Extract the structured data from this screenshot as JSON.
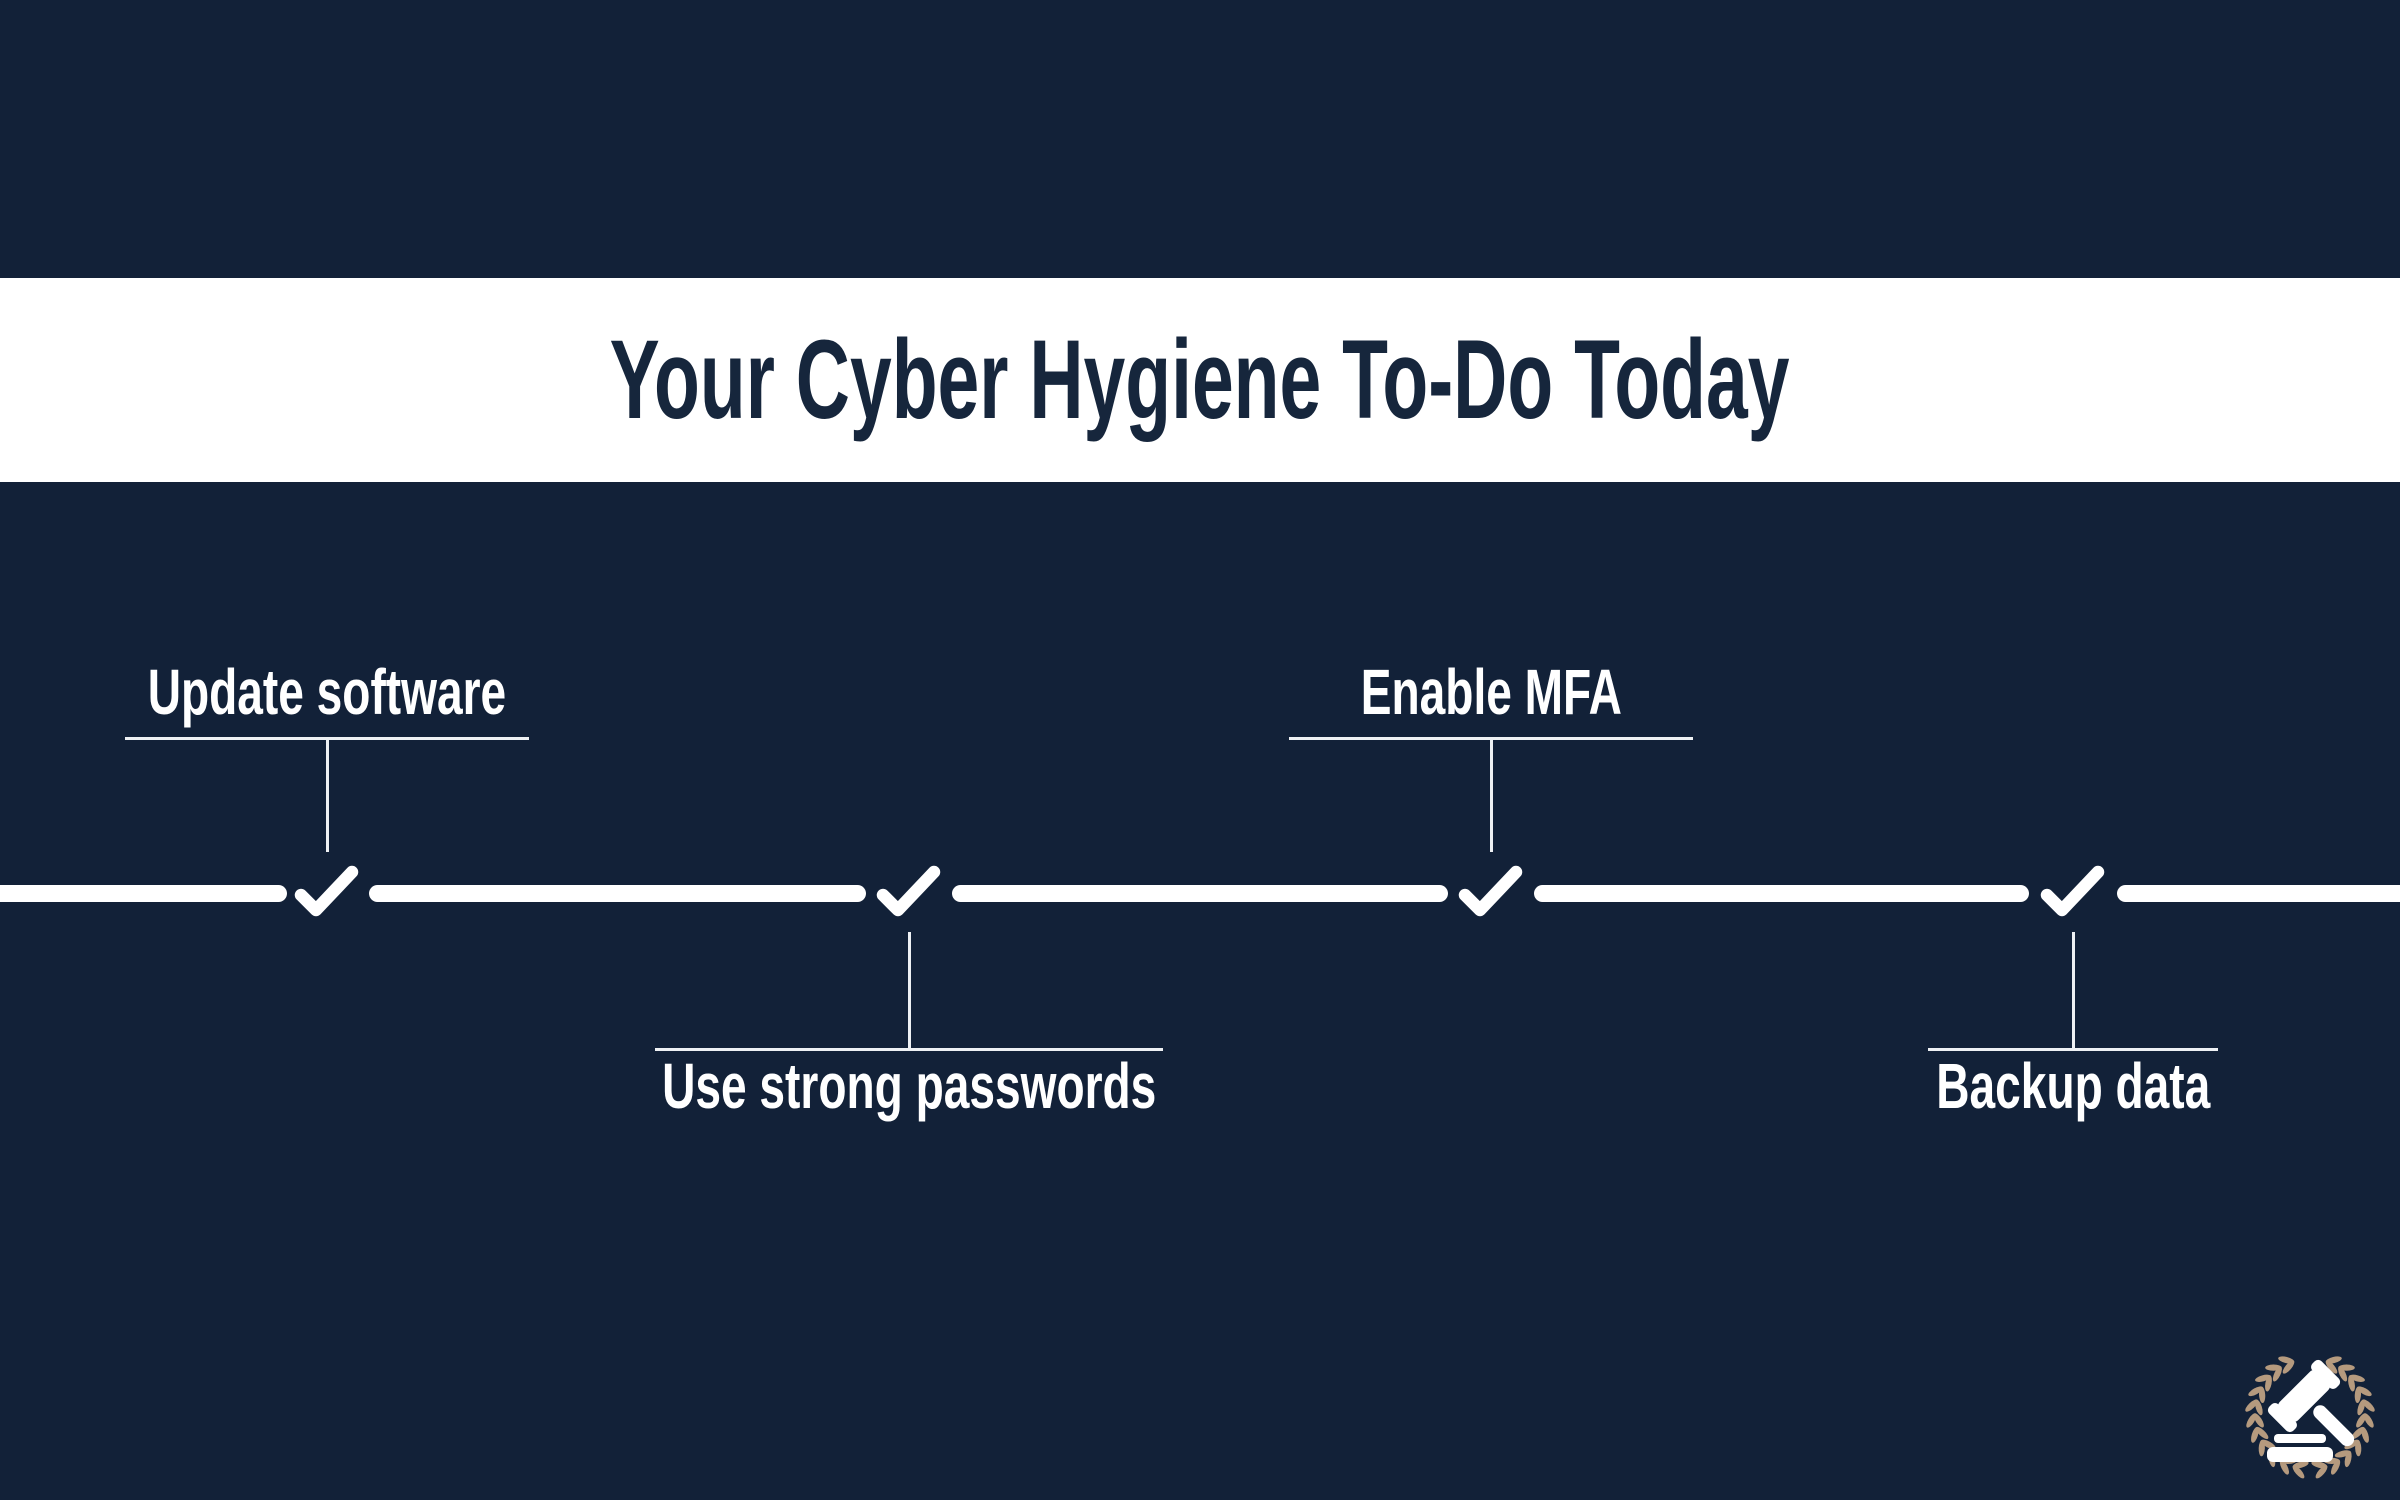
{
  "title": "Your Cyber Hygiene To-Do Today",
  "colors": {
    "background": "#122138",
    "band": "#FFFFFF",
    "foreground": "#FFFFFF",
    "titleText": "#16263C",
    "line": "#EEF1F4",
    "wreath": "#B59A7E"
  },
  "timeline": {
    "items": [
      {
        "label": "Update software",
        "side": "above",
        "checked": true
      },
      {
        "label": "Use strong passwords",
        "side": "below",
        "checked": true
      },
      {
        "label": "Enable MFA",
        "side": "above",
        "checked": true
      },
      {
        "label": "Backup data",
        "side": "below",
        "checked": true
      }
    ]
  },
  "logo": {
    "icon": "laurel-wreath-gavel"
  }
}
